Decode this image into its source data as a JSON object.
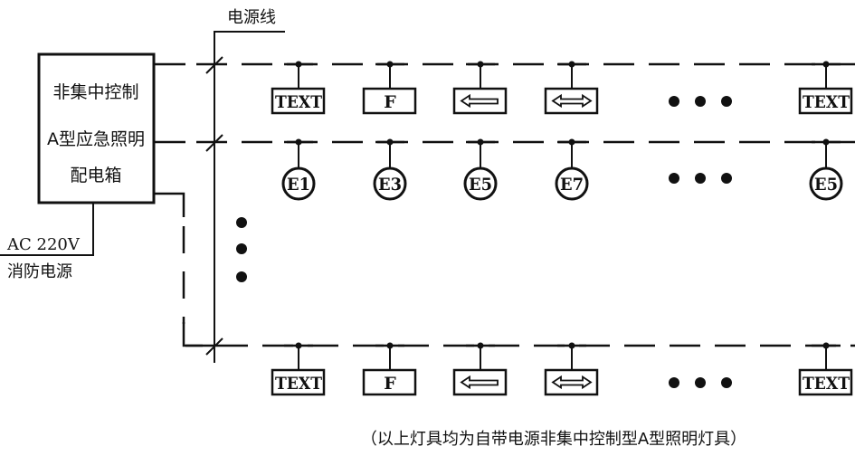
{
  "panel": {
    "lines": [
      "非集中控制",
      "A型应急照明",
      "配电箱"
    ]
  },
  "power_line_label": "电源线",
  "supply": {
    "voltage": "AC 220V",
    "source": "消防电源"
  },
  "rows": [
    {
      "fixtures": [
        {
          "type": "box-text",
          "label": "TEXT"
        },
        {
          "type": "box-text",
          "label": "F"
        },
        {
          "type": "box-arrow-left",
          "label": ""
        },
        {
          "type": "box-arrow-both",
          "label": ""
        },
        {
          "type": "box-text",
          "label": "TEXT"
        }
      ]
    },
    {
      "fixtures": [
        {
          "type": "circle",
          "label": "E1"
        },
        {
          "type": "circle",
          "label": "E3"
        },
        {
          "type": "circle",
          "label": "E5"
        },
        {
          "type": "circle",
          "label": "E7"
        },
        {
          "type": "circle",
          "label": "E5"
        }
      ]
    },
    {
      "fixtures": [
        {
          "type": "box-text",
          "label": "TEXT"
        },
        {
          "type": "box-text",
          "label": "F"
        },
        {
          "type": "box-arrow-left",
          "label": ""
        },
        {
          "type": "box-arrow-both",
          "label": ""
        },
        {
          "type": "box-text",
          "label": "TEXT"
        }
      ]
    }
  ],
  "footnote": "（以上灯具均为自带电源非集中控制型A型照明灯具）",
  "colors": {
    "ink": "#111111",
    "background": "#ffffff"
  }
}
